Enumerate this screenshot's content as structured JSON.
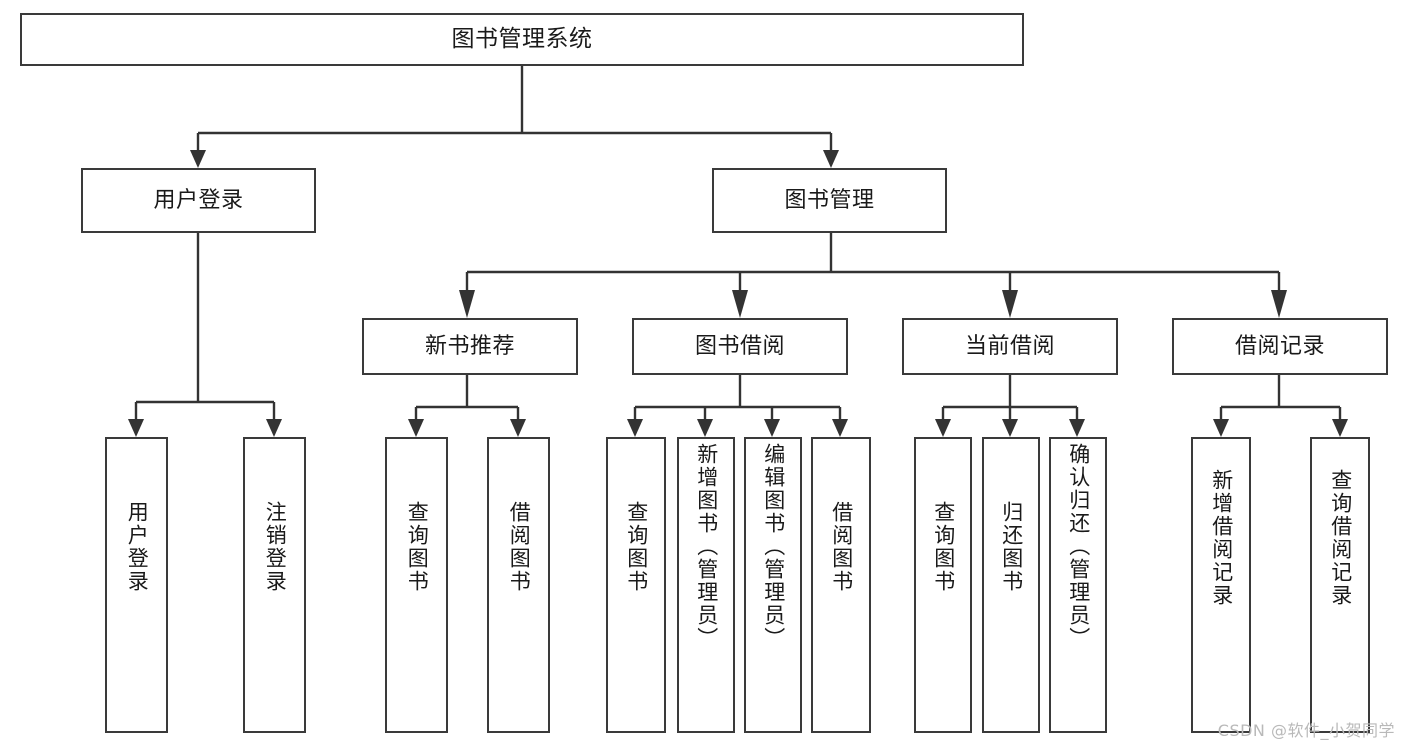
{
  "diagram": {
    "title": "图书管理系统",
    "watermark": "CSDN @软件_小贺同学",
    "colors": {
      "box_border": "#3a3a3a",
      "connector": "#333333",
      "background": "#ffffff",
      "text": "#1a1a1a",
      "watermark": "#b9b9b9"
    },
    "levels": {
      "root": "图书管理系统",
      "level2": [
        "用户登录",
        "图书管理"
      ],
      "level3": [
        "新书推荐",
        "图书借阅",
        "当前借阅",
        "借阅记录"
      ]
    },
    "nodes": {
      "root": {
        "label": "图书管理系统"
      },
      "user_login": {
        "label": "用户登录"
      },
      "book_manage": {
        "label": "图书管理"
      },
      "new_book_rec": {
        "label": "新书推荐"
      },
      "book_borrow": {
        "label": "图书借阅"
      },
      "current_borrow": {
        "label": "当前借阅"
      },
      "borrow_record": {
        "label": "借阅记录"
      },
      "leaf_user_login": {
        "label": "用户登录"
      },
      "leaf_logout": {
        "label": "注销登录"
      },
      "leaf_query_book_1": {
        "label": "查询图书"
      },
      "leaf_borrow_book_1": {
        "label": "借阅图书"
      },
      "leaf_query_book_2": {
        "label": "查询图书"
      },
      "leaf_add_book": {
        "label": "新增图书（管理员）"
      },
      "leaf_edit_book": {
        "label": "编辑图书（管理员）"
      },
      "leaf_borrow_book_2": {
        "label": "借阅图书"
      },
      "leaf_query_book_3": {
        "label": "查询图书"
      },
      "leaf_return_book": {
        "label": "归还图书"
      },
      "leaf_confirm_return": {
        "label": "确认归还（管理员）"
      },
      "leaf_add_record": {
        "label": "新增借阅记录"
      },
      "leaf_query_record": {
        "label": "查询借阅记录"
      }
    }
  }
}
